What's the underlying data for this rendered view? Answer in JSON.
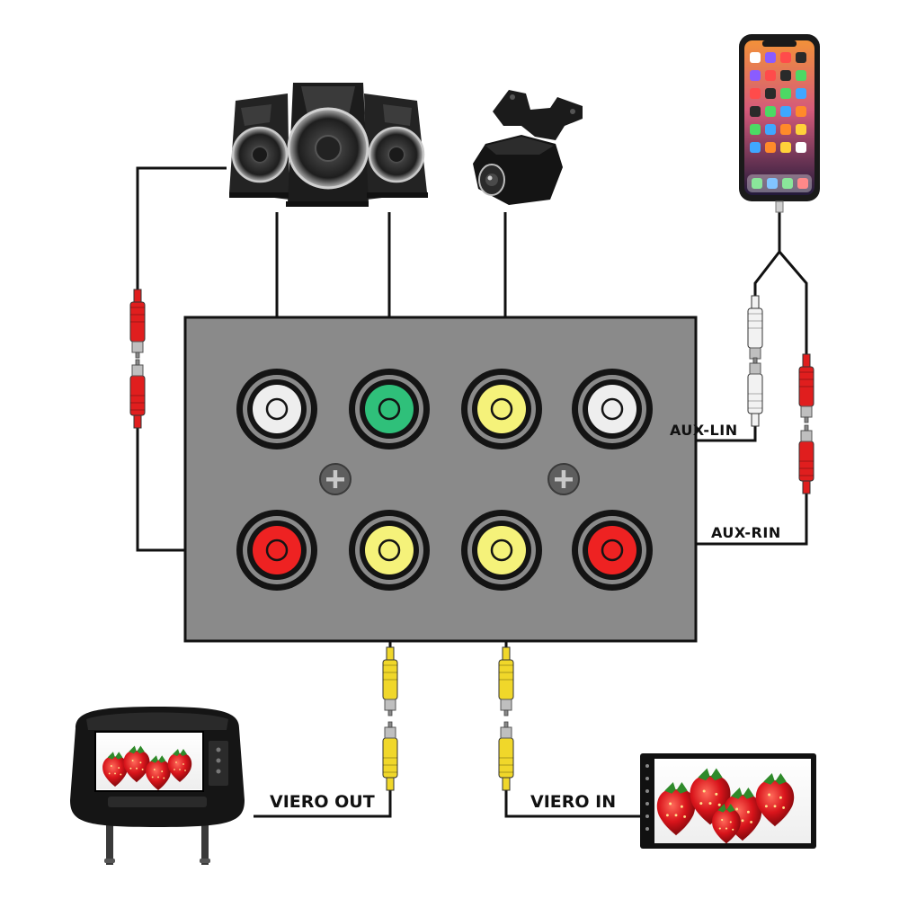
{
  "labels": {
    "aux_lin": "AUX-LIN",
    "aux_rin": "AUX-RIN",
    "video_out": "VIERO OUT",
    "video_in": "VIERO IN"
  },
  "colors": {
    "panel": "#8a8a8a",
    "white_jack": "#eeeeee",
    "green_jack": "#2fc07a",
    "yellow_jack": "#f5f27a",
    "red_jack": "#ee2222",
    "red_plug": "#e01e1e",
    "yellow_plug": "#f0d72a",
    "white_plug": "#f2f2f2"
  },
  "jacks": {
    "top": [
      {
        "id": "jack-top-1",
        "color": "white"
      },
      {
        "id": "jack-top-2",
        "color": "green"
      },
      {
        "id": "jack-top-3",
        "color": "yellow"
      },
      {
        "id": "jack-top-4",
        "color": "white"
      }
    ],
    "bottom": [
      {
        "id": "jack-bottom-1",
        "color": "red"
      },
      {
        "id": "jack-bottom-2",
        "color": "yellow"
      },
      {
        "id": "jack-bottom-3",
        "color": "yellow"
      },
      {
        "id": "jack-bottom-4",
        "color": "red"
      }
    ]
  },
  "icons": {
    "speakers": "speaker-set-icon",
    "camera": "backup-camera-icon",
    "phone": "smartphone-icon",
    "headrest": "headrest-monitor-icon",
    "head_unit": "head-unit-display-icon",
    "screw": "screw-icon"
  }
}
